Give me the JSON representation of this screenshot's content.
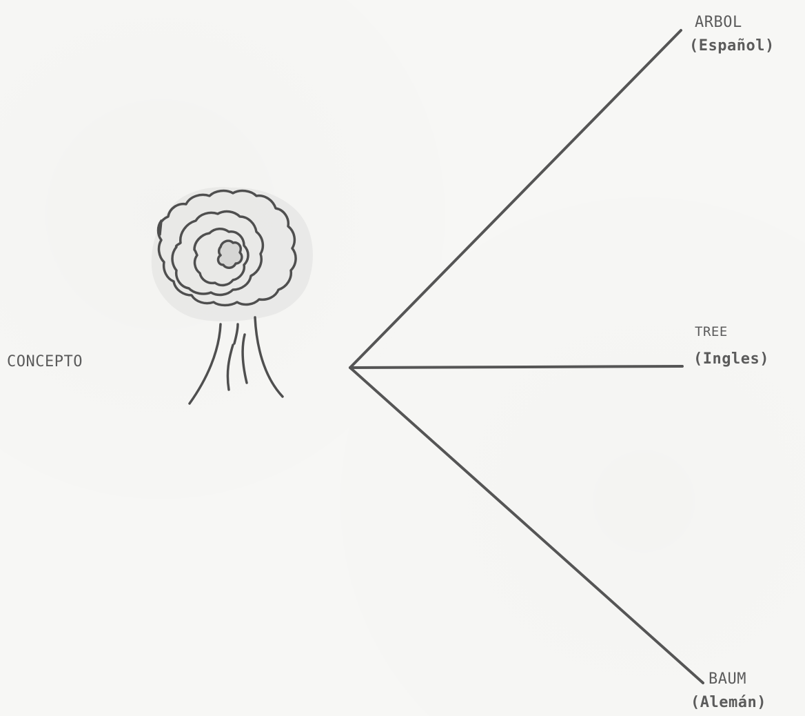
{
  "diagram": {
    "concept_label": "CONCEPTO",
    "words": [
      {
        "word": "ARBOL",
        "language": "(Español)"
      },
      {
        "word": "TREE",
        "language": "(Ingles)"
      },
      {
        "word": "BAUM",
        "language": "(Alemán)"
      }
    ]
  },
  "colors": {
    "paper": "#f7f7f5",
    "ink": "#5a5a5a",
    "line": "#555555"
  },
  "icons": {
    "concept_image": "tree-icon"
  }
}
